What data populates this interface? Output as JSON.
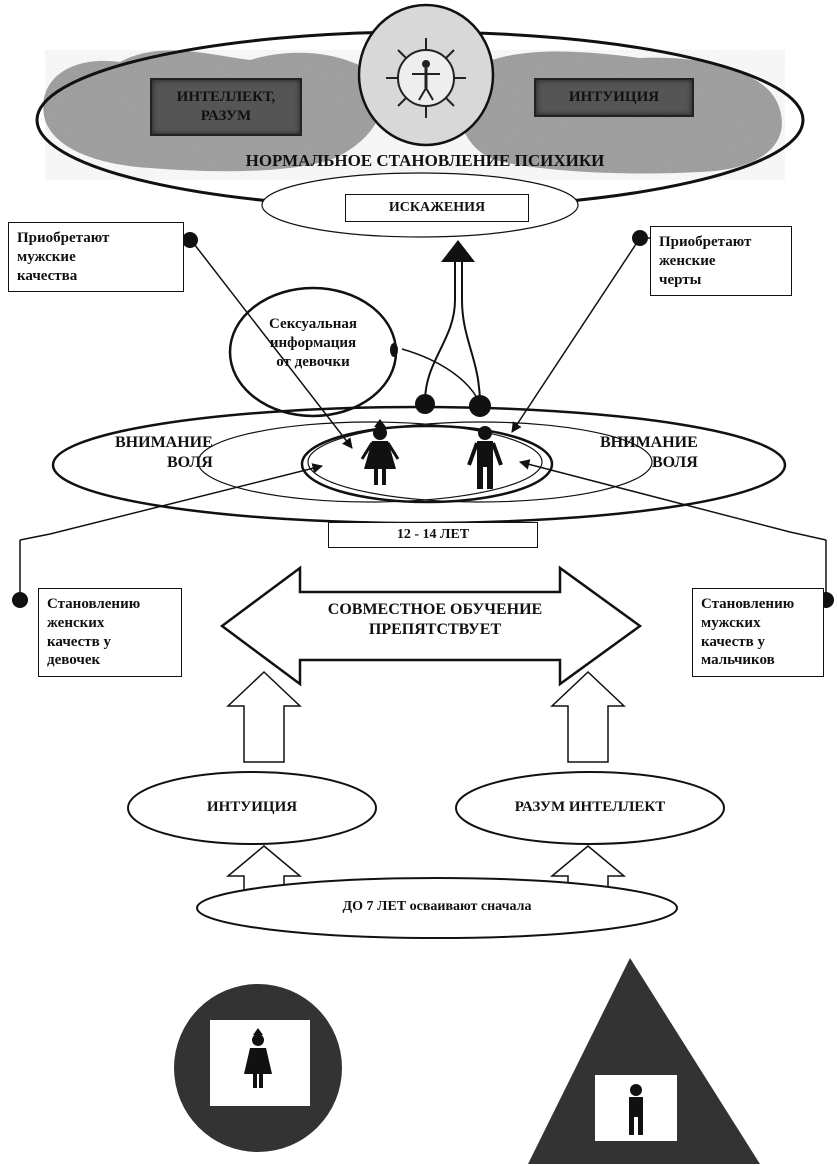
{
  "top": {
    "intellect_label": "ИНТЕЛЛЕКТ,\nРАЗУМ",
    "intuition_label": "ИНТУИЦИЯ",
    "normal_label": "НОРМАЛЬНОЕ СТАНОВЛЕНИЕ ПСИХИКИ",
    "distortions_label": "ИСКАЖЕНИЯ"
  },
  "side_notes": {
    "left_top": "Приобретают\nмужские\nкачества",
    "right_top": "Приобретают\nженские\nчерты",
    "sexual_info": "Сексуальная\nинформация\nот девочки"
  },
  "middle": {
    "attention_will_left": "ВНИМАНИЕ\nВОЛЯ",
    "attention_will_right": "ВНИМАНИЕ\nВОЛЯ",
    "age_label": "12 - 14 ЛЕТ"
  },
  "coeducation": {
    "arrow_label": "СОВМЕСТНОЕ ОБУЧЕНИЕ\nПРЕПЯТСТВУЕТ",
    "left_box": "Становлению\nженских\nкачеств у\nдевочек",
    "right_box": "Становлению\nмужских\nкачеств у\nмальчиков"
  },
  "bottom": {
    "intuition_oval": "ИНТУИЦИЯ",
    "reason_oval": "РАЗУМ ИНТЕЛЛЕКТ",
    "before7_oval": "ДО 7 ЛЕТ осваивают сначала"
  },
  "icons": {
    "vitruvian": "vitruvian-man-icon",
    "girl": "girl-figure-icon",
    "boy": "boy-figure-icon"
  }
}
